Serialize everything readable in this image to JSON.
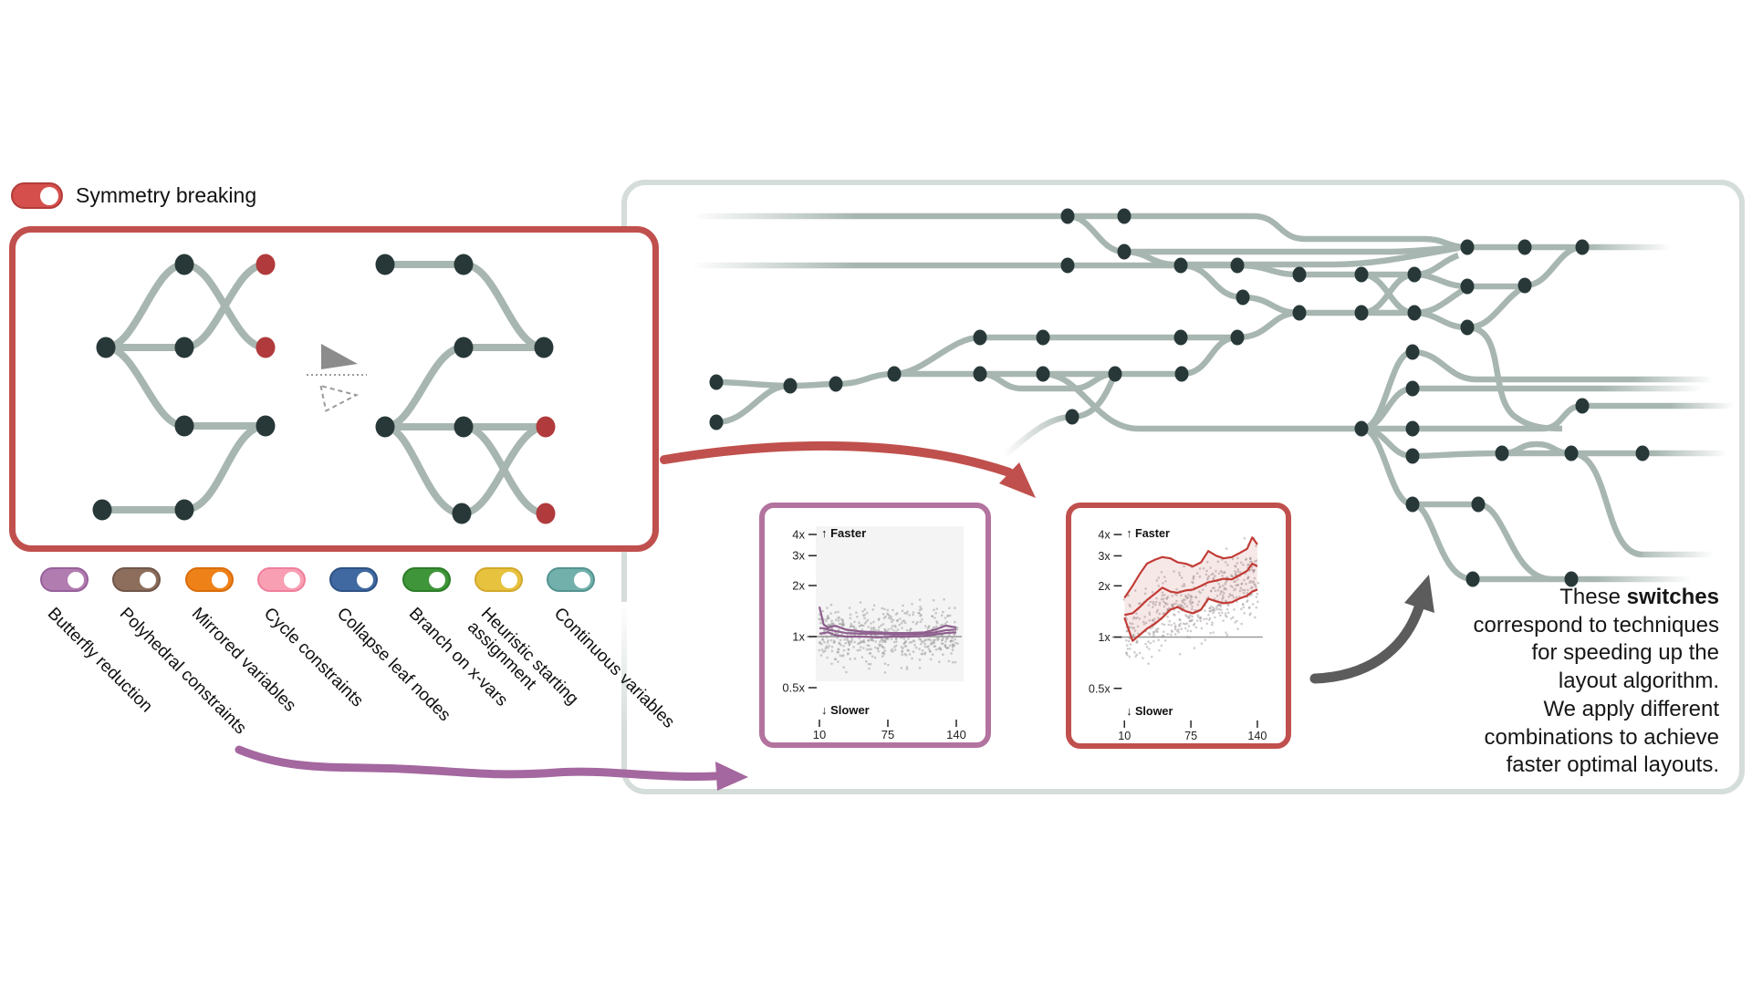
{
  "legend": {
    "toggle_label": "Symmetry breaking",
    "toggle_color": "#d5504c",
    "toggle_state": "on"
  },
  "switches": [
    {
      "label": "Butterfly reduction",
      "color": "#b17cb0",
      "border": "#96609a",
      "state": "on"
    },
    {
      "label": "Polyhedral constraints",
      "color": "#8d6e5c",
      "border": "#70564a",
      "state": "on"
    },
    {
      "label": "Mirrored variables",
      "color": "#ef8119",
      "border": "#d96d0b",
      "state": "on"
    },
    {
      "label": "Cycle constraints",
      "color": "#f99fb3",
      "border": "#ef7f9d",
      "state": "on"
    },
    {
      "label": "Collapse leaf nodes",
      "color": "#3f69a0",
      "border": "#2e5284",
      "state": "on"
    },
    {
      "label": "Branch on x-vars",
      "color": "#3f9539",
      "border": "#2d7c29",
      "state": "on"
    },
    {
      "label": "Heuristic starting\nassignment",
      "color": "#e7c23e",
      "border": "#d2a82b",
      "state": "on"
    },
    {
      "label": "Continuous variables",
      "color": "#72b0ab",
      "border": "#549390",
      "state": "on"
    }
  ],
  "annotation": {
    "line1_pre": "These ",
    "line1_bold": "switches",
    "lines": [
      "correspond to techniques",
      "for speeding up the",
      "layout algorithm.",
      "We apply different",
      "combinations to achieve",
      "faster optimal layouts."
    ]
  },
  "chart_data": [
    {
      "name": "baseline-speedup-chart",
      "type": "scatter",
      "accent": "#b3739f",
      "line_color": "#8e5f8e",
      "plot_bg": "#f4f4f4",
      "band": false,
      "y_ticks": [
        "4x",
        "3x",
        "2x",
        "1x",
        "0.5x"
      ],
      "baseline": "1x",
      "x_ticks": [
        10,
        75,
        140
      ],
      "faster_label": "↑ Faster",
      "slower_label": "↓ Slower",
      "x": [
        10,
        14,
        18,
        25,
        35,
        50,
        65,
        80,
        95,
        110,
        120,
        130,
        140
      ],
      "series": [
        {
          "name": "upper-median",
          "v": [
            1.5,
            1.18,
            1.13,
            1.16,
            1.1,
            1.07,
            1.06,
            1.05,
            1.05,
            1.06,
            1.1,
            1.16,
            1.13
          ]
        },
        {
          "name": "median",
          "v": [
            1.12,
            1.12,
            1.1,
            1.08,
            1.05,
            1.04,
            1.04,
            1.03,
            1.03,
            1.04,
            1.06,
            1.09,
            1.1
          ]
        },
        {
          "name": "lower-median",
          "v": [
            1.04,
            1.05,
            1.06,
            1.02,
            1.0,
            1.0,
            0.99,
            1.0,
            1.0,
            1.01,
            1.03,
            1.05,
            1.06
          ]
        }
      ],
      "scatter": {
        "seed": 7,
        "count": 560,
        "trend": [
          1.02,
          1.05
        ],
        "spread": 0.55,
        "color": "#9a9a9a"
      }
    },
    {
      "name": "combined-speedup-chart",
      "type": "scatter",
      "accent": "#c0504d",
      "line_color": "#c23b35",
      "plot_bg": null,
      "band": true,
      "band_fill": "rgba(192,80,77,0.13)",
      "y_ticks": [
        "4x",
        "3x",
        "2x",
        "1x",
        "0.5x"
      ],
      "baseline": "1x",
      "x_ticks": [
        10,
        75,
        140
      ],
      "faster_label": "↑ Faster",
      "slower_label": "↓ Slower",
      "x": [
        10,
        18,
        25,
        32,
        40,
        47,
        55,
        62,
        70,
        77,
        85,
        92,
        100,
        107,
        115,
        122,
        130,
        135,
        140
      ],
      "series": [
        {
          "name": "upper",
          "v": [
            1.7,
            2.0,
            2.35,
            2.7,
            2.85,
            2.95,
            2.9,
            2.75,
            2.7,
            2.6,
            2.75,
            3.2,
            3.0,
            2.9,
            2.95,
            3.1,
            3.3,
            3.85,
            3.5
          ]
        },
        {
          "name": "median",
          "v": [
            1.35,
            1.38,
            1.5,
            1.65,
            1.8,
            1.95,
            1.85,
            1.82,
            1.88,
            1.9,
            2.0,
            2.1,
            2.15,
            2.2,
            2.18,
            2.3,
            2.45,
            2.7,
            2.6
          ]
        },
        {
          "name": "lower",
          "v": [
            1.3,
            0.95,
            1.03,
            1.12,
            1.2,
            1.3,
            1.45,
            1.5,
            1.42,
            1.38,
            1.45,
            1.68,
            1.62,
            1.58,
            1.6,
            1.68,
            1.75,
            1.85,
            1.9
          ]
        }
      ],
      "scatter": {
        "seed": 13,
        "count": 520,
        "trend": [
          1.1,
          2.2
        ],
        "spread": 0.7,
        "color": "#a29a9a"
      }
    }
  ],
  "colors": {
    "track": "#a7b6b0",
    "node": "#283838",
    "red_node": "#b03a3c",
    "red_accent": "#c0504d",
    "panel_border": "#d5dddb",
    "arrow_purple": "#a4679f",
    "arrow_gray": "#5c5c5c"
  }
}
